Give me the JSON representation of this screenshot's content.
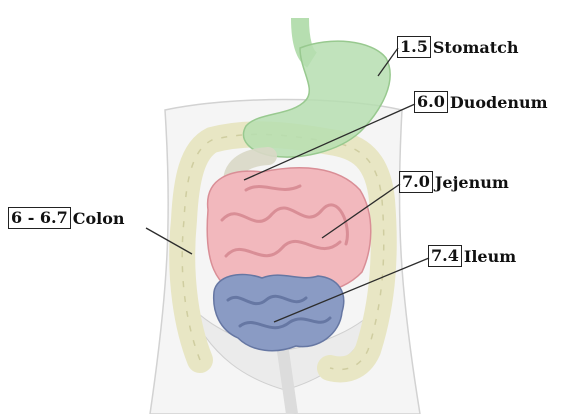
{
  "labels": {
    "stomach": {
      "value": "1.5",
      "name": "Stomatch"
    },
    "duodenum": {
      "value": "6.0",
      "name": "Duodenum"
    },
    "jejunum": {
      "value": "7.0",
      "name": "Jejenum"
    },
    "colon": {
      "value": "6 - 6.7",
      "name": "Colon"
    },
    "ileum": {
      "value": "7.4",
      "name": "Ileum"
    }
  },
  "colors": {
    "stomach": "#b6deb0",
    "small_intestine": "#f2b8bd",
    "ileum": "#8a9bc4",
    "colon": "#efeed3",
    "body": "#f4f4f4",
    "leader_line": "#2c2c2c"
  }
}
